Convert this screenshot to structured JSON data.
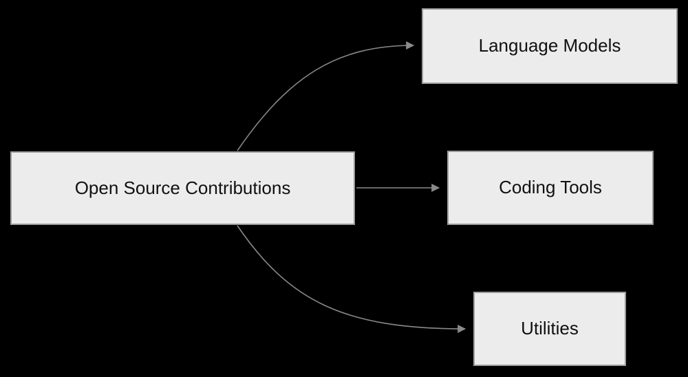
{
  "diagram": {
    "background_color": "#000000",
    "node_fill_color": "#ececec",
    "node_border_color": "#9b9b9b",
    "edge_color": "#8a8a8a",
    "text_color": "#111111",
    "center": {
      "label": "Open Source Contributions"
    },
    "targets": [
      {
        "label": "Language Models"
      },
      {
        "label": "Coding Tools"
      },
      {
        "label": "Utilities"
      }
    ]
  }
}
